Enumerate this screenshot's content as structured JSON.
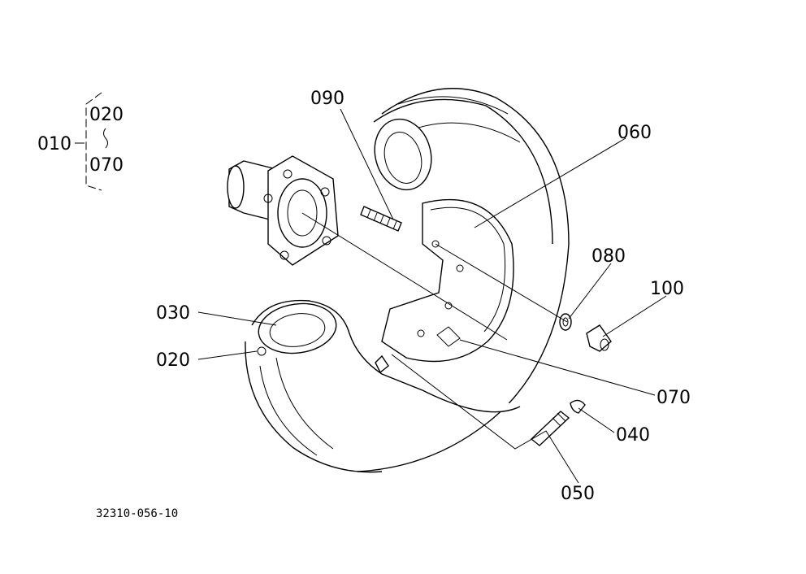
{
  "diagram": {
    "drawing_code": "32310-056-10",
    "assembly": {
      "number": "010",
      "includes_from": "020",
      "includes_to": "070"
    },
    "callouts": [
      {
        "id": "090",
        "label": "090"
      },
      {
        "id": "060",
        "label": "060"
      },
      {
        "id": "080",
        "label": "080"
      },
      {
        "id": "100",
        "label": "100"
      },
      {
        "id": "030",
        "label": "030"
      },
      {
        "id": "020",
        "label": "020"
      },
      {
        "id": "070",
        "label": "070"
      },
      {
        "id": "040",
        "label": "040"
      },
      {
        "id": "050",
        "label": "050"
      }
    ]
  }
}
